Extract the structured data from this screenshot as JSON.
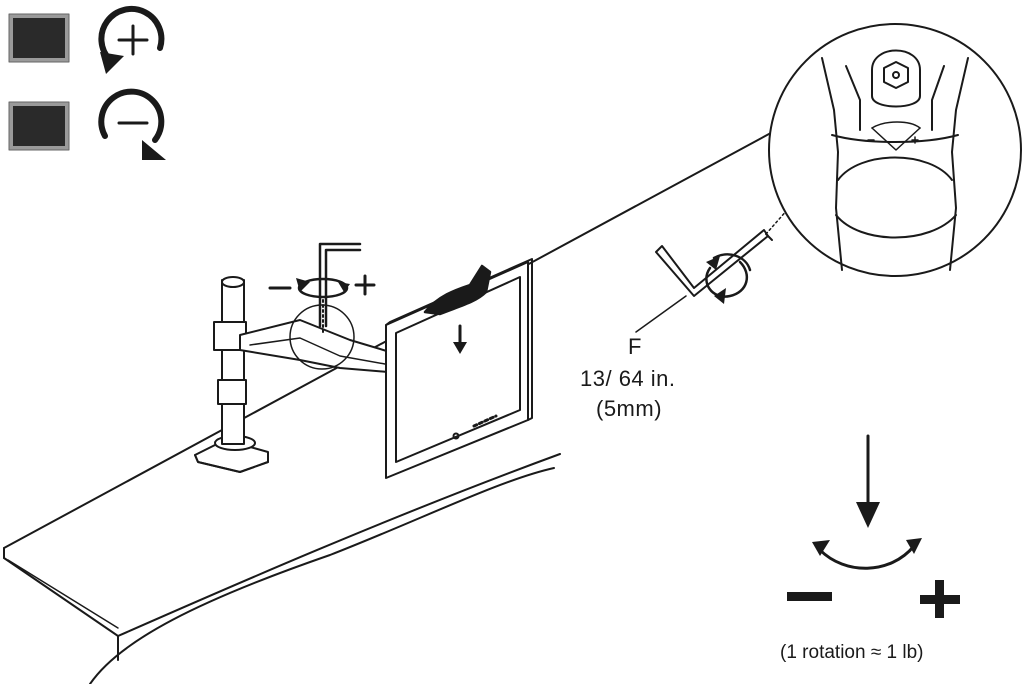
{
  "legend": {
    "increase": {
      "icon": "rotate-clockwise-plus-icon",
      "swatch_color": "#2a2a2a"
    },
    "decrease": {
      "icon": "rotate-clockwise-minus-icon",
      "swatch_color": "#2a2a2a"
    }
  },
  "tool": {
    "letter": "F",
    "size_in": "13/ 64 in.",
    "size_mm": "(5mm)"
  },
  "adjust": {
    "minus": "−",
    "plus": "+",
    "note": "(1 rotation ≈ 1 lb)"
  },
  "colors": {
    "line": "#1a1a1a",
    "swatch": "#2a2a2a",
    "swatch_border": "#8a8a8a"
  }
}
